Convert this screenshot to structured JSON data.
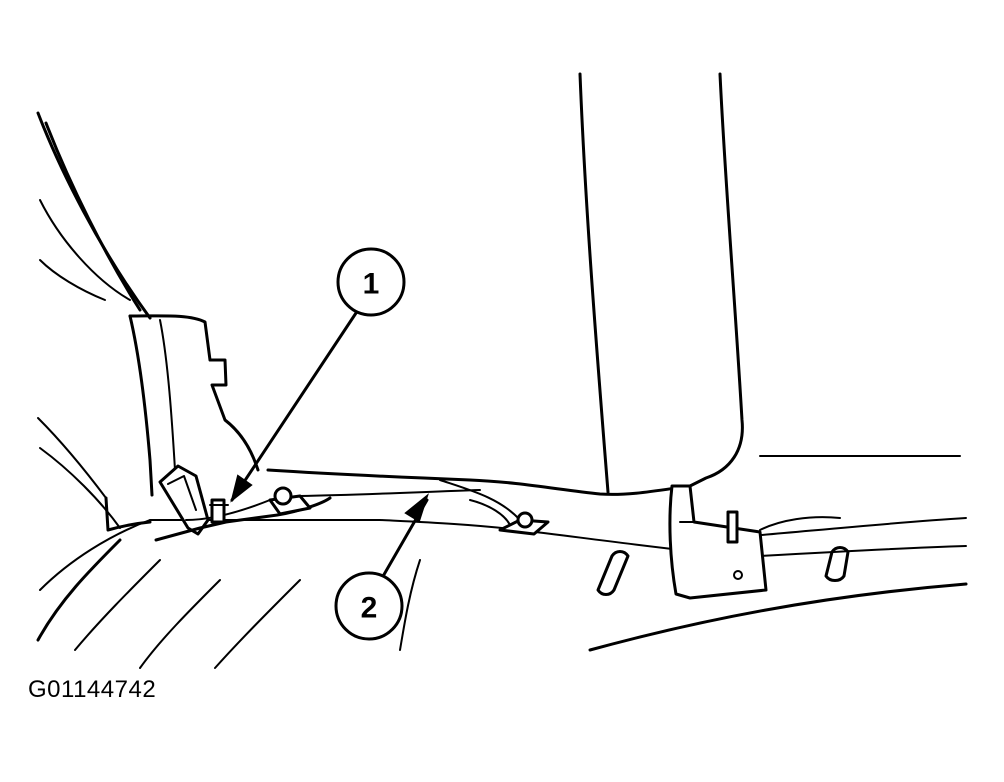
{
  "figure": {
    "id_label": "G01144742"
  },
  "callouts": [
    {
      "number": "1",
      "target": "seat-track-bolt"
    },
    {
      "number": "2",
      "target": "seat-cushion-bottom-edge"
    }
  ]
}
